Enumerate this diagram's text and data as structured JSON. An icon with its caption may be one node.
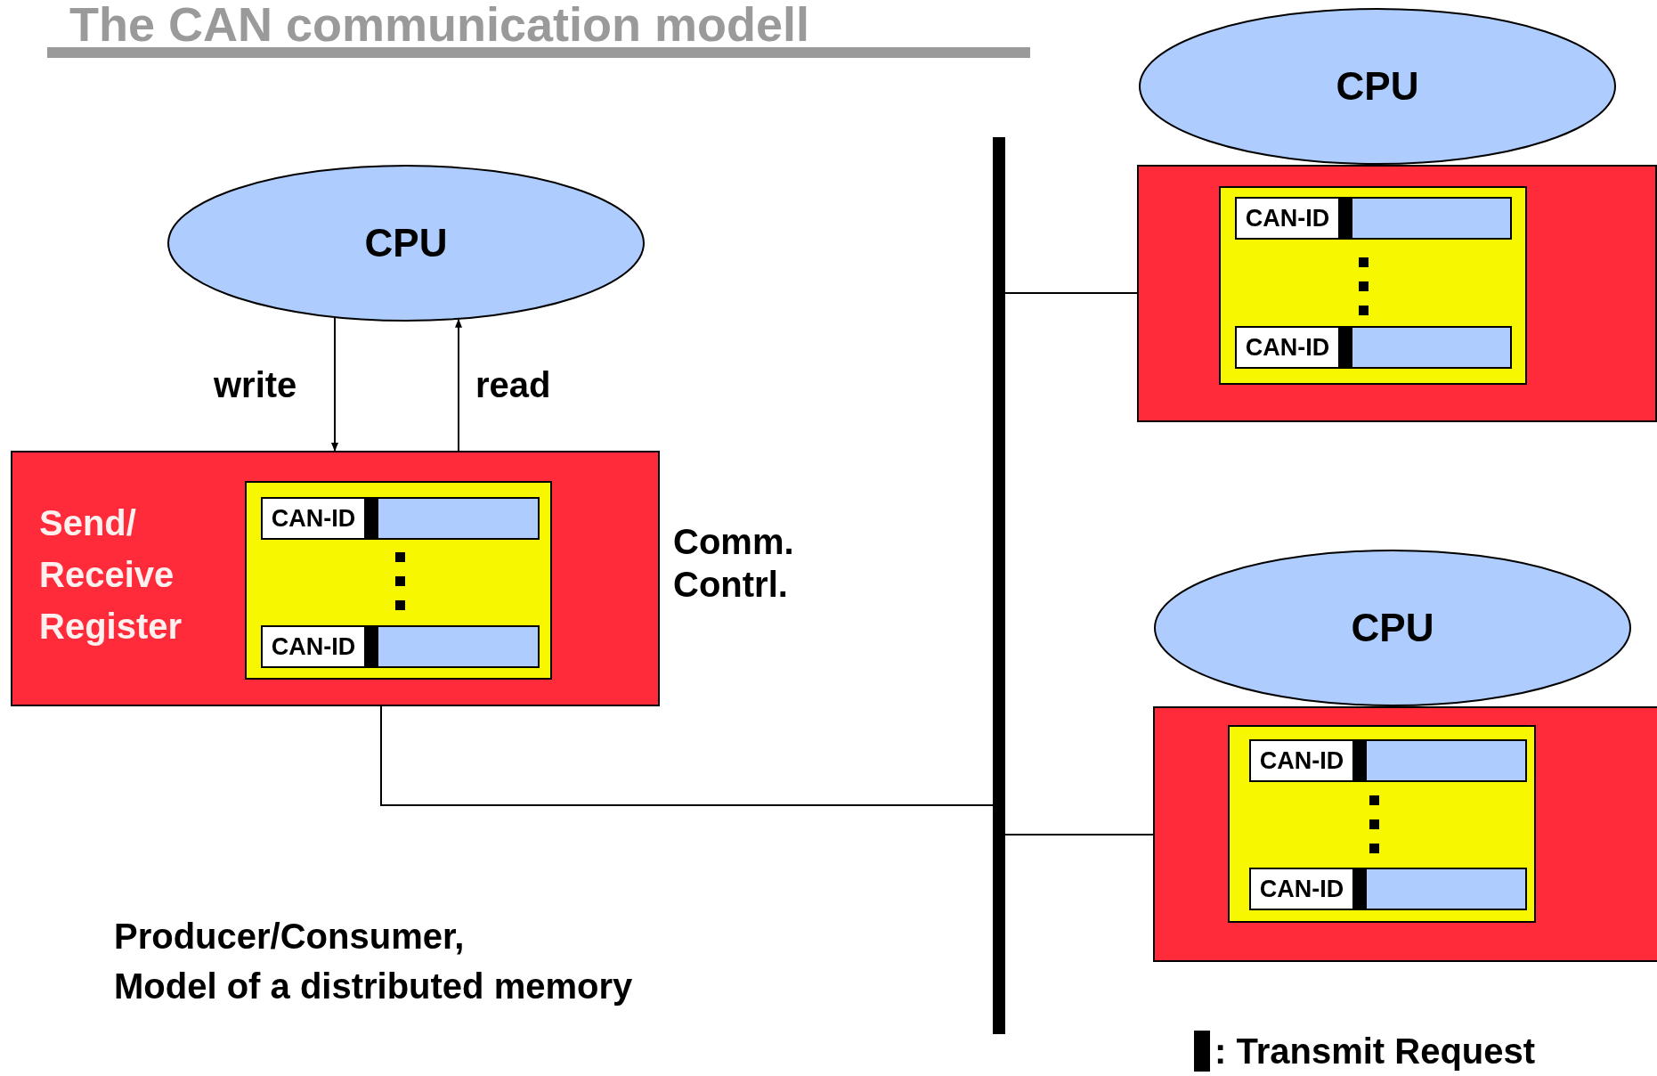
{
  "diagram": {
    "title": "The CAN communication modell",
    "nodes": [
      {
        "text": [
          "CPU"
        ]
      },
      {
        "text": [
          "Send/ Receive Register"
        ],
        "beside": [
          "Comm. Contrl."
        ]
      },
      {
        "text": [],
        "shape": "box",
        "in": 1
      },
      {
        "text": [
          "CAN-ID"
        ],
        "in": 2
      },
      {
        "text": [
          "CAN-ID"
        ],
        "in": 2
      },
      {
        "text": [
          "CPU"
        ]
      },
      {
        "text": [],
        "shape": "box"
      },
      {
        "text": [],
        "shape": "box",
        "in": 6
      },
      {
        "text": [
          "CAN-ID"
        ],
        "in": 7
      },
      {
        "text": [
          "CAN-ID"
        ],
        "in": 7
      },
      {
        "text": [
          "CPU"
        ]
      },
      {
        "text": [],
        "shape": "box"
      },
      {
        "text": [],
        "shape": "box",
        "in": 11
      },
      {
        "text": [
          "CAN-ID"
        ],
        "in": 12
      },
      {
        "text": [
          "CAN-ID"
        ],
        "in": 12
      },
      {
        "text": [],
        "shape": "bar"
      }
    ],
    "edges": [
      {
        "from": 0,
        "to": 1,
        "arrow": "to",
        "label": "write"
      },
      {
        "from": 1,
        "to": 0,
        "arrow": "to",
        "label": "read"
      },
      {
        "from": 1,
        "to": 15,
        "arrow": "none"
      },
      {
        "from": 15,
        "to": 6,
        "arrow": "none"
      },
      {
        "from": 15,
        "to": 11,
        "arrow": "none"
      }
    ],
    "labels": [
      "Producer/Consumer,",
      "Model of a distributed memory"
    ],
    "legend": [
      {
        "text": ": Transmit Request",
        "color": "#000000"
      }
    ]
  }
}
